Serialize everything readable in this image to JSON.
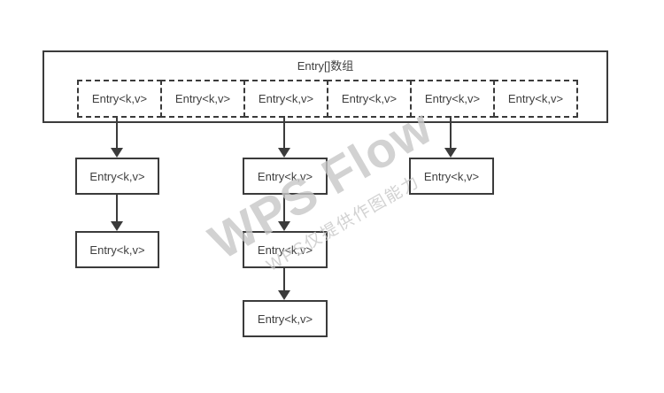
{
  "diagram": {
    "description": "HashMap internal structure: Entry array with linked-list chains",
    "stroke_color": "#3b3b3b",
    "text_color": "#3f3f3f",
    "background_color": "#ffffff"
  },
  "array": {
    "title": "Entry[]数组",
    "cells": [
      {
        "label": "Entry<k,v>"
      },
      {
        "label": "Entry<k,v>"
      },
      {
        "label": "Entry<k,v>"
      },
      {
        "label": "Entry<k,v>"
      },
      {
        "label": "Entry<k,v>"
      },
      {
        "label": "Entry<k,v>"
      }
    ]
  },
  "chains": [
    {
      "from_cell_index": 0,
      "nodes": [
        {
          "label": "Entry<k,v>"
        },
        {
          "label": "Entry<k,v>"
        }
      ]
    },
    {
      "from_cell_index": 2,
      "nodes": [
        {
          "label": "Entry<k,v>"
        },
        {
          "label": "Entry<k,v>"
        },
        {
          "label": "Entry<k,v>"
        }
      ]
    },
    {
      "from_cell_index": 4,
      "nodes": [
        {
          "label": "Entry<k,v>"
        }
      ]
    }
  ],
  "watermark": {
    "line1": "WPS Flow",
    "line2": "WPS仅提供作图能力",
    "color": "#c7c7c7"
  }
}
